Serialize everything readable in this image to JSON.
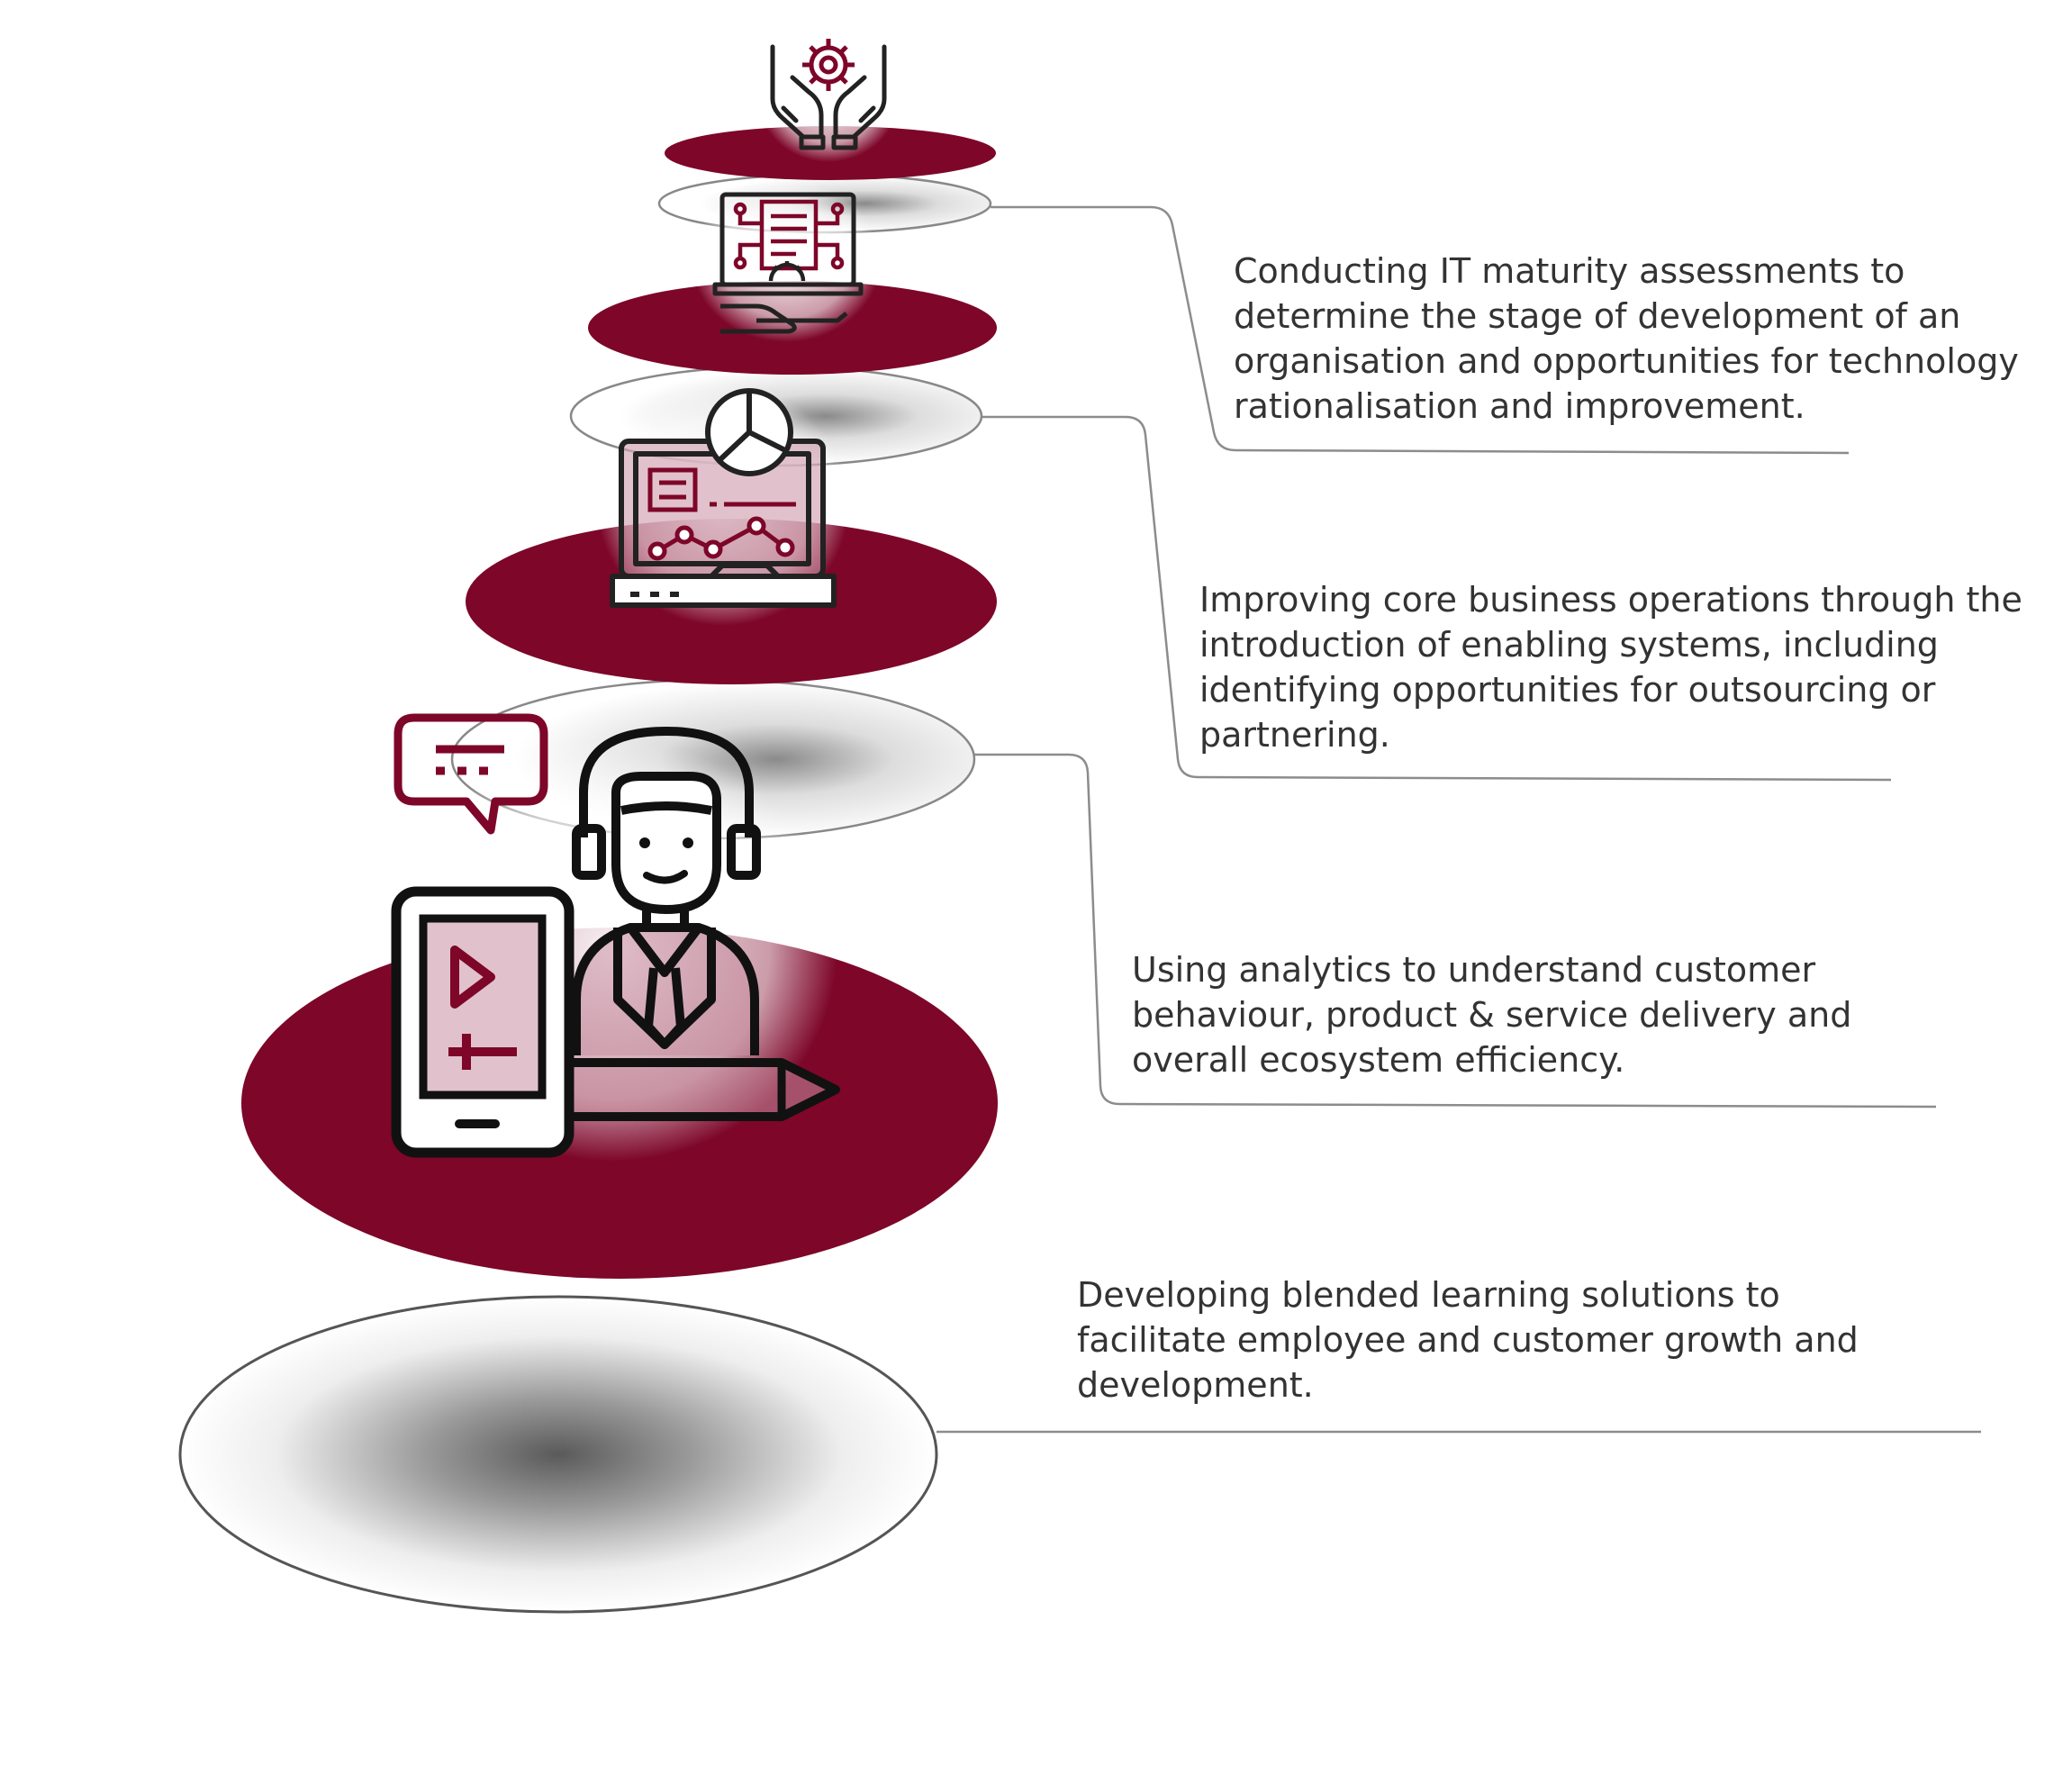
{
  "colors": {
    "accent": "#7d0629",
    "accent_light": "#c98fa3",
    "connector": "#8c8c8c",
    "icon_stroke": "#111111",
    "text": "#333333"
  },
  "tiers": [
    {
      "icon": "hands-gear-icon"
    },
    {
      "icon": "laptop-circuit-document-icon",
      "text": "Conducting IT maturity assessments to determine the stage of development of an organisation and opportunities for technology rationalisation and improvement."
    },
    {
      "icon": "laptop-analytics-chart-icon",
      "text": "Improving core business operations through the introduction of enabling systems, including identifying opportunities for outsourcing or partnering."
    },
    {
      "icon": "online-tutor-headset-icon",
      "text": "Using analytics to understand customer behaviour, product & service delivery and overall ecosystem efficiency."
    },
    {
      "text": "Developing blended learning solutions to facilitate employee and customer growth and development."
    }
  ]
}
